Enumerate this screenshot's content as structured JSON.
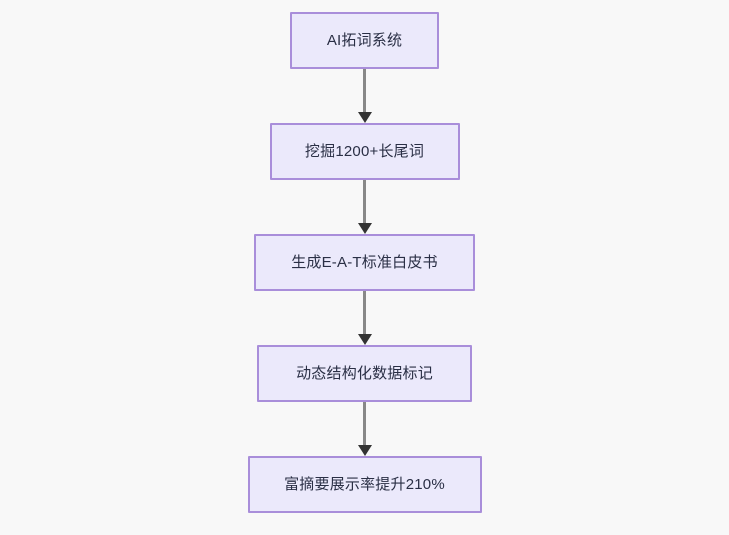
{
  "diagram": {
    "type": "flowchart",
    "orientation": "top-to-bottom",
    "background_color": "#f8f8f8",
    "node_fill_color": "#ebe9fb",
    "node_border_color": "#a98eda",
    "node_text_color": "#2a2f45",
    "connector_line_color": "#888888",
    "connector_arrow_color": "#333333",
    "nodes": [
      {
        "id": "node-1",
        "label": "AI拓词系统"
      },
      {
        "id": "node-2",
        "label": "挖掘1200+长尾词"
      },
      {
        "id": "node-3",
        "label": "生成E-A-T标准白皮书"
      },
      {
        "id": "node-4",
        "label": "动态结构化数据标记"
      },
      {
        "id": "node-5",
        "label": "富摘要展示率提升210%"
      }
    ],
    "edges": [
      {
        "id": "edge-1-2",
        "from": "node-1",
        "to": "node-2",
        "label": ""
      },
      {
        "id": "edge-2-3",
        "from": "node-2",
        "to": "node-3",
        "label": ""
      },
      {
        "id": "edge-3-4",
        "from": "node-3",
        "to": "node-4",
        "label": ""
      },
      {
        "id": "edge-4-5",
        "from": "node-4",
        "to": "node-5",
        "label": ""
      }
    ]
  }
}
